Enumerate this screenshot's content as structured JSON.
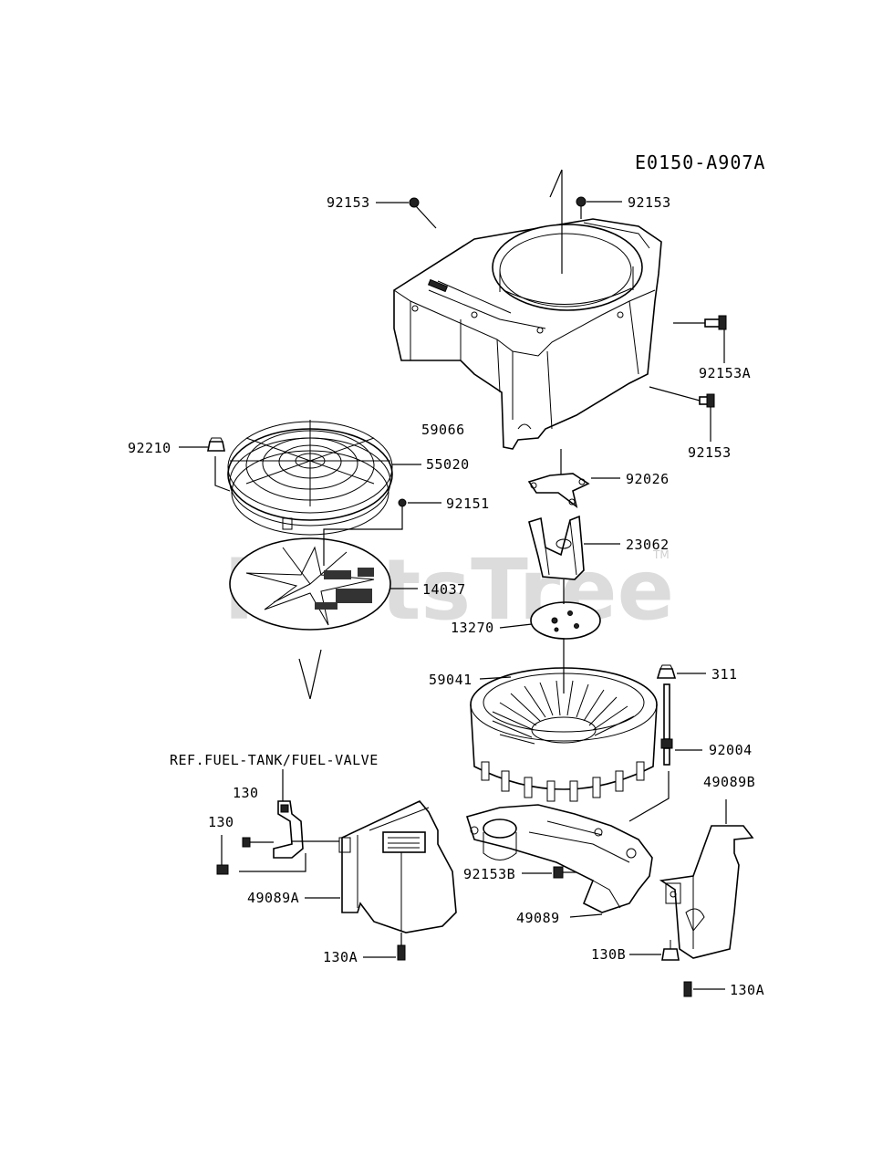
{
  "diagram_code": "E0150-A907A",
  "watermark": "PartsTree",
  "watermark_tm": "TM",
  "reference_note": "REF.FUEL-TANK/FUEL-VALVE",
  "labels": {
    "p92153_top": "92153",
    "p92153_left": "92153",
    "p92153A": "92153A",
    "p92153_right": "92153",
    "p59066": "59066",
    "p92210": "92210",
    "p55020": "55020",
    "p92026": "92026",
    "p92151": "92151",
    "p23062": "23062",
    "p14037": "14037",
    "p13270": "13270",
    "p59041": "59041",
    "p311": "311",
    "p92004": "92004",
    "p130_a": "130",
    "p130_b": "130",
    "p49089B": "49089B",
    "p49089A": "49089A",
    "p92153B": "92153B",
    "p49089": "49089",
    "p130A_left": "130A",
    "p130B": "130B",
    "p130A_right": "130A"
  }
}
